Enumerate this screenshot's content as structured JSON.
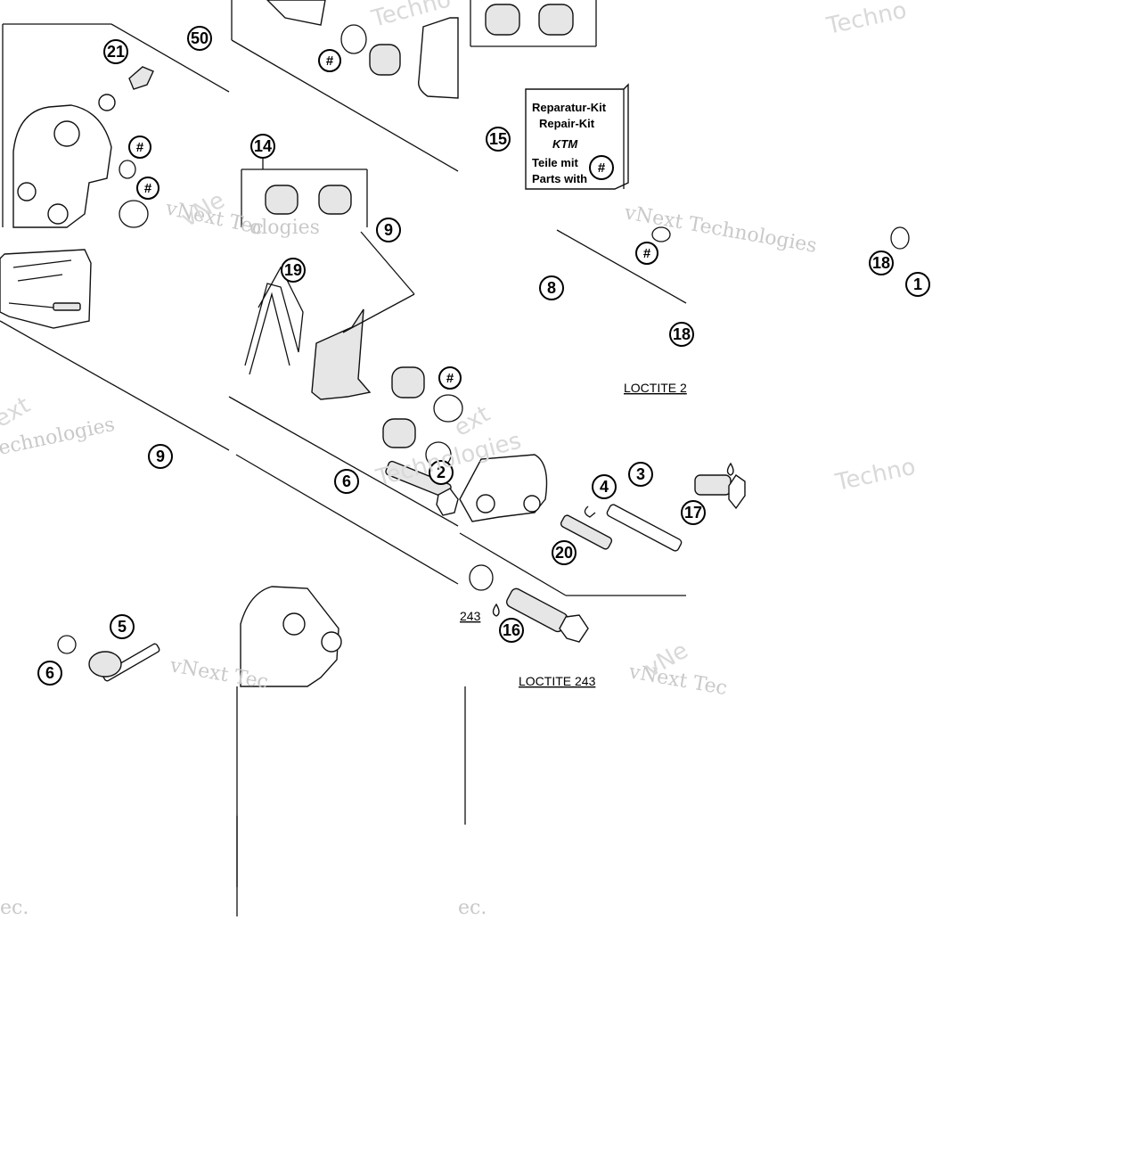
{
  "callouts": {
    "c50": "50",
    "c21": "21",
    "c14": "14",
    "c15": "15",
    "c19": "19",
    "c9a": "9",
    "c9b": "9",
    "c8": "8",
    "c18a": "18",
    "c18b": "18",
    "c1": "1",
    "c6a": "6",
    "c6b": "6",
    "c5": "5",
    "c2": "2",
    "c4": "4",
    "c3": "3",
    "c20": "20",
    "c17": "17",
    "c16": "16"
  },
  "hash": "#",
  "repair_kit": {
    "line1": "Reparatur-Kit",
    "line2": "Repair-Kit",
    "brand": "KTM",
    "line3": "Teile mit",
    "line4": "Parts with"
  },
  "loctite": {
    "a": "LOCTITE 2",
    "b": "LOCTITE 243",
    "c": "243"
  },
  "watermarks": {
    "vnext_tec": "vNext Tec",
    "vnext_technologies": "vNext Technologies",
    "techno": "Techno",
    "technologies": "Technologies",
    "echnologies": "echnologies",
    "ext": "ext",
    "vne": "vNe",
    "ologies": "ologies",
    "ec": "ec."
  }
}
